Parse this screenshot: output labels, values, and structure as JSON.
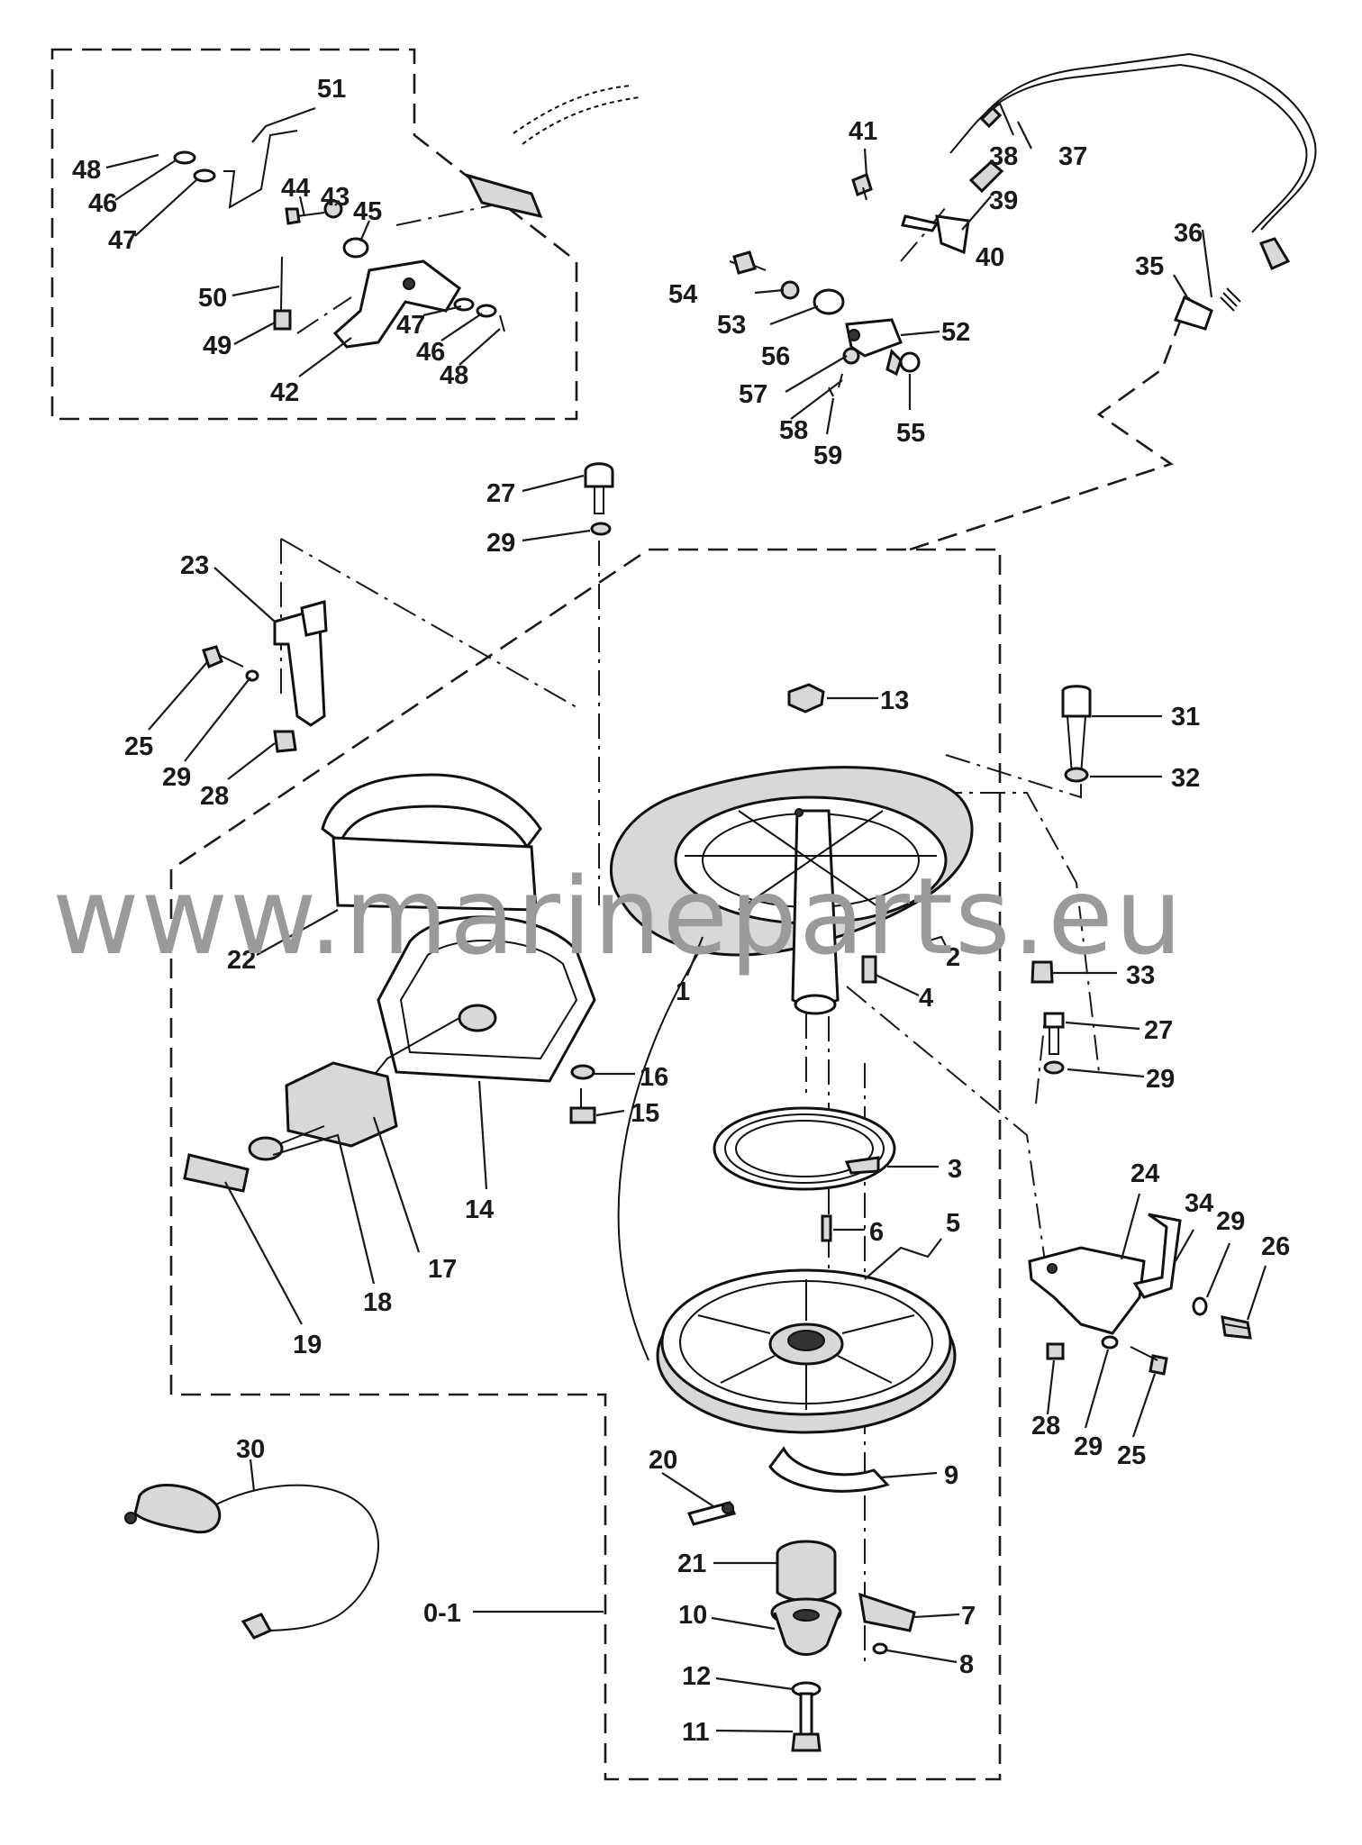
{
  "watermark": "www.marineparts.eu",
  "labels": [
    {
      "id": "51",
      "text": "51"
    },
    {
      "id": "48a",
      "text": "48"
    },
    {
      "id": "46a",
      "text": "46"
    },
    {
      "id": "47a",
      "text": "47"
    },
    {
      "id": "44",
      "text": "44"
    },
    {
      "id": "43",
      "text": "43"
    },
    {
      "id": "45",
      "text": "45"
    },
    {
      "id": "50",
      "text": "50"
    },
    {
      "id": "49",
      "text": "49"
    },
    {
      "id": "42",
      "text": "42"
    },
    {
      "id": "47b",
      "text": "47"
    },
    {
      "id": "46b",
      "text": "46"
    },
    {
      "id": "48b",
      "text": "48"
    },
    {
      "id": "41",
      "text": "41"
    },
    {
      "id": "38",
      "text": "38"
    },
    {
      "id": "37",
      "text": "37"
    },
    {
      "id": "39",
      "text": "39"
    },
    {
      "id": "40",
      "text": "40"
    },
    {
      "id": "36",
      "text": "36"
    },
    {
      "id": "35",
      "text": "35"
    },
    {
      "id": "54",
      "text": "54"
    },
    {
      "id": "53",
      "text": "53"
    },
    {
      "id": "56",
      "text": "56"
    },
    {
      "id": "52",
      "text": "52"
    },
    {
      "id": "57",
      "text": "57"
    },
    {
      "id": "58",
      "text": "58"
    },
    {
      "id": "55",
      "text": "55"
    },
    {
      "id": "59",
      "text": "59"
    },
    {
      "id": "27a",
      "text": "27"
    },
    {
      "id": "29a",
      "text": "29"
    },
    {
      "id": "23",
      "text": "23"
    },
    {
      "id": "25a",
      "text": "25"
    },
    {
      "id": "29b",
      "text": "29"
    },
    {
      "id": "28a",
      "text": "28"
    },
    {
      "id": "13",
      "text": "13"
    },
    {
      "id": "31",
      "text": "31"
    },
    {
      "id": "32",
      "text": "32"
    },
    {
      "id": "22",
      "text": "22"
    },
    {
      "id": "1",
      "text": "1"
    },
    {
      "id": "2",
      "text": "2"
    },
    {
      "id": "33",
      "text": "33"
    },
    {
      "id": "4",
      "text": "4"
    },
    {
      "id": "27b",
      "text": "27"
    },
    {
      "id": "29c",
      "text": "29"
    },
    {
      "id": "16",
      "text": "16"
    },
    {
      "id": "15",
      "text": "15"
    },
    {
      "id": "14",
      "text": "14"
    },
    {
      "id": "17",
      "text": "17"
    },
    {
      "id": "18",
      "text": "18"
    },
    {
      "id": "19",
      "text": "19"
    },
    {
      "id": "3",
      "text": "3"
    },
    {
      "id": "6",
      "text": "6"
    },
    {
      "id": "5",
      "text": "5"
    },
    {
      "id": "24",
      "text": "24"
    },
    {
      "id": "34",
      "text": "34"
    },
    {
      "id": "29d",
      "text": "29"
    },
    {
      "id": "26",
      "text": "26"
    },
    {
      "id": "28b",
      "text": "28"
    },
    {
      "id": "29e",
      "text": "29"
    },
    {
      "id": "25b",
      "text": "25"
    },
    {
      "id": "30",
      "text": "30"
    },
    {
      "id": "20",
      "text": "20"
    },
    {
      "id": "9",
      "text": "9"
    },
    {
      "id": "21",
      "text": "21"
    },
    {
      "id": "0-1",
      "text": "0-1"
    },
    {
      "id": "10",
      "text": "10"
    },
    {
      "id": "7",
      "text": "7"
    },
    {
      "id": "12",
      "text": "12"
    },
    {
      "id": "8",
      "text": "8"
    },
    {
      "id": "11",
      "text": "11"
    }
  ]
}
